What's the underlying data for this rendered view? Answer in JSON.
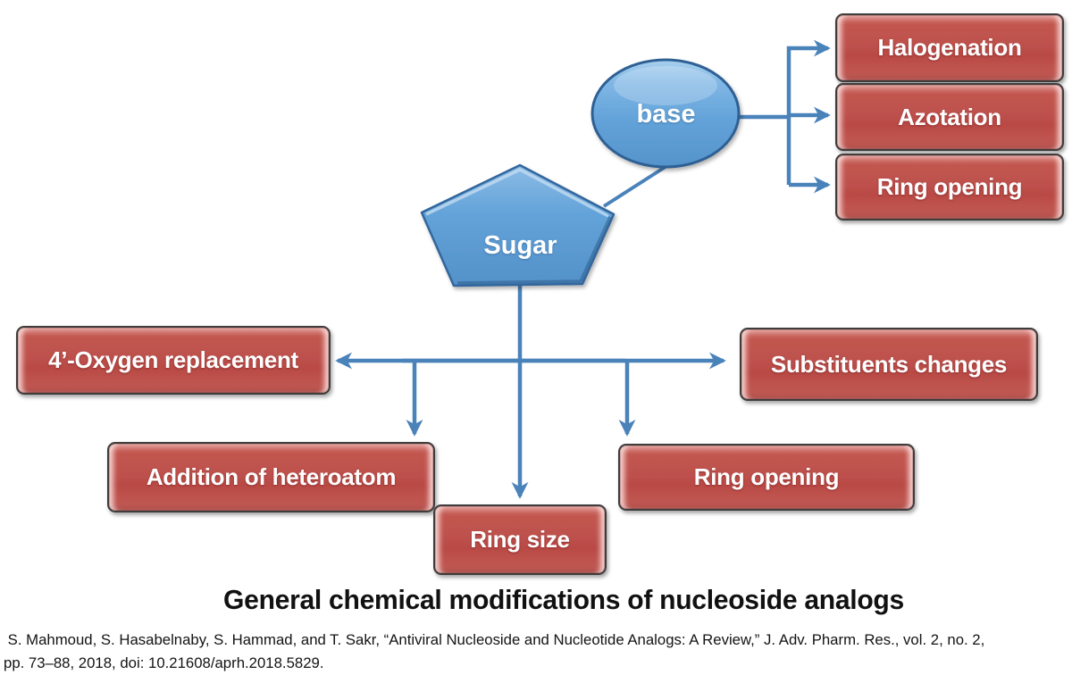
{
  "colors": {
    "box_fill": "#c0504d",
    "box_border": "#3f3c3c",
    "box_text": "#ffffff",
    "shape_fill": "#64a4da",
    "shape_border": "#2d6094",
    "connector": "#4a82ba",
    "title_text": "#111111"
  },
  "shapes": {
    "base": "base",
    "sugar": "Sugar"
  },
  "boxes": {
    "halogenation": "Halogenation",
    "azotation": "Azotation",
    "ring_opening_base": "Ring opening",
    "oxygen_replacement": "4’-Oxygen replacement",
    "substituents_changes": "Substituents changes",
    "addition_heteroatom": "Addition of heteroatom",
    "ring_size": "Ring size",
    "ring_opening_sugar": "Ring opening"
  },
  "caption": {
    "title": "General chemical modifications of nucleoside analogs"
  },
  "citation": {
    "line1": " S. Mahmoud, S. Hasabelnaby, S. Hammad, and T. Sakr, “Antiviral Nucleoside and Nucleotide Analogs: A Review,” J. Adv. Pharm. Res., vol. 2, no. 2,",
    "line2": "pp. 73–88, 2018, doi: 10.21608/aprh.2018.5829."
  }
}
